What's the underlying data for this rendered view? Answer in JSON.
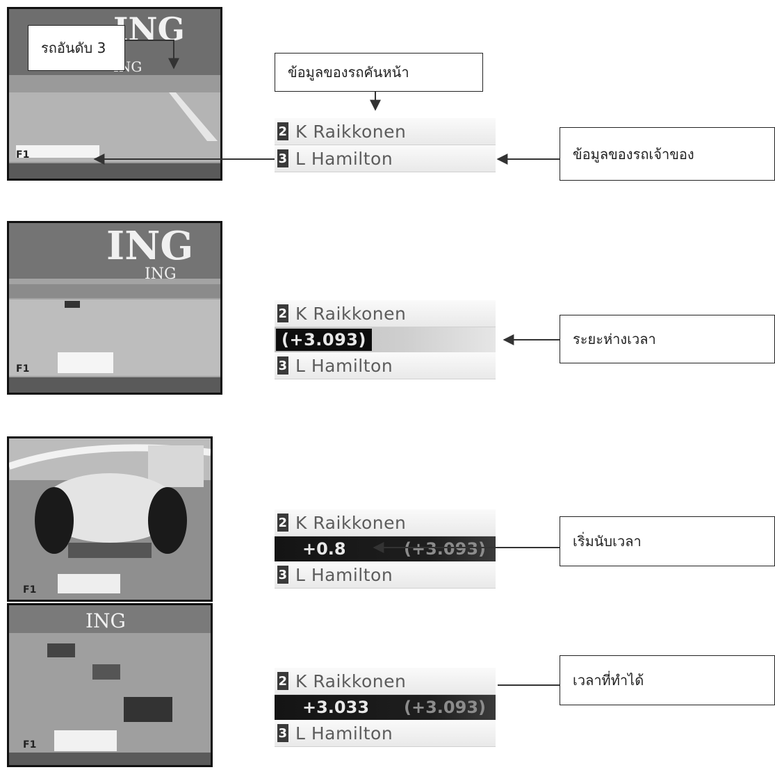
{
  "panel1": {
    "label_car3": "รถอันดับ 3",
    "label_car_ahead": "ข้อมูลของรถคันหน้า",
    "label_own_car": "ข้อมูลของรถเจ้าของ",
    "ticker": {
      "rows": [
        {
          "pos": "2",
          "name": "K Raikkonen"
        },
        {
          "pos": "3",
          "name": "L Hamilton"
        }
      ]
    }
  },
  "panel2": {
    "label_gap": "ระยะห่างเวลา",
    "ticker": {
      "top": {
        "pos": "2",
        "name": "K Raikkonen"
      },
      "gap": "(+3.093)",
      "bottom": {
        "pos": "3",
        "name": "L Hamilton"
      }
    }
  },
  "panel3": {
    "label_start": "เริ่มนับเวลา",
    "ticker": {
      "top": {
        "pos": "2",
        "name": "K Raikkonen"
      },
      "current": "+0.8",
      "previous": "(+3.093)",
      "bottom": {
        "pos": "3",
        "name": "L Hamilton"
      }
    }
  },
  "panel4": {
    "label_result": "เวลาที่ทำได้",
    "ticker": {
      "top": {
        "pos": "2",
        "name": "K Raikkonen"
      },
      "current": "+3.033",
      "previous": "(+3.093)",
      "bottom": {
        "pos": "3",
        "name": "L Hamilton"
      }
    }
  },
  "screenshot_text": {
    "banner_big": "ING",
    "banner_small": "ING",
    "f1_logo": "F1"
  },
  "colors": {
    "ticker_dark": "#111111",
    "ticker_light": "#f2f2f2",
    "ticker_text": "#5c5c5c",
    "arrow": "#333333"
  }
}
